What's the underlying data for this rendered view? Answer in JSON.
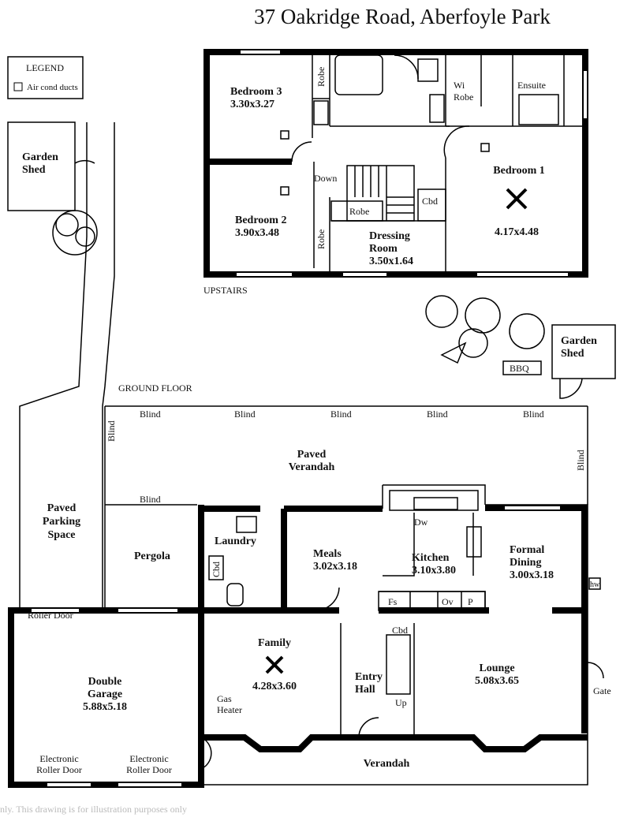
{
  "title": "37 Oakridge Road, Aberfoyle Park",
  "legend": {
    "heading": "LEGEND",
    "items": [
      {
        "icon": "air-cond-duct-icon",
        "label": "Air cond ducts"
      }
    ]
  },
  "upstairs": {
    "label": "UPSTAIRS",
    "rooms": {
      "bedroom3": {
        "name": "Bedroom 3",
        "size": "3.30x3.27"
      },
      "bedroom2": {
        "name": "Bedroom 2",
        "size": "3.90x3.48"
      },
      "bedroom1": {
        "name": "Bedroom 1",
        "size": "4.17x4.48"
      },
      "dressing": {
        "name1": "Dressing",
        "name2": "Room",
        "size": "3.50x1.64"
      },
      "robe_a": "Robe",
      "robe_b": "Robe",
      "robe_c": "Robe",
      "wi_robe1": "Wi",
      "wi_robe2": "Robe",
      "ensuite": "Ensuite",
      "cbd": "Cbd",
      "down": "Down"
    }
  },
  "outside": {
    "garden_shed_left": [
      "Garden",
      "Shed"
    ],
    "garden_shed_right": [
      "Garden",
      "Shed"
    ],
    "bbq": "BBQ",
    "parking": [
      "Paved",
      "Parking",
      "Space"
    ],
    "gate": "Gate"
  },
  "ground": {
    "label": "GROUND FLOOR",
    "blind": "Blind",
    "paved_verandah": [
      "Paved",
      "Verandah"
    ],
    "pergola": "Pergola",
    "laundry": "Laundry",
    "cbd": "Cbd",
    "meals": {
      "name": "Meals",
      "size": "3.02x3.18"
    },
    "kitchen": {
      "name": "Kitchen",
      "size": "3.10x3.80"
    },
    "dining": {
      "name1": "Formal",
      "name2": "Dining",
      "size": "3.00x3.18"
    },
    "dw": "Dw",
    "fs": "Fs",
    "ov": "Ov",
    "p": "P",
    "hw": "hw",
    "roller_door": "Roller Door",
    "garage": {
      "name1": "Double",
      "name2": "Garage",
      "size": "5.88x5.18"
    },
    "electronic_door": [
      "Electronic",
      "Roller Door"
    ],
    "family": {
      "name": "Family",
      "size": "4.28x3.60"
    },
    "gas_heater": [
      "Gas",
      "Heater"
    ],
    "entry": [
      "Entry",
      "Hall"
    ],
    "up": "Up",
    "cbd2": "Cbd",
    "lounge": {
      "name": "Lounge",
      "size": "5.08x3.65"
    },
    "verandah": "Verandah"
  },
  "footer": {
    "disclaimer": "nly. This drawing is for illustration purposes only"
  }
}
